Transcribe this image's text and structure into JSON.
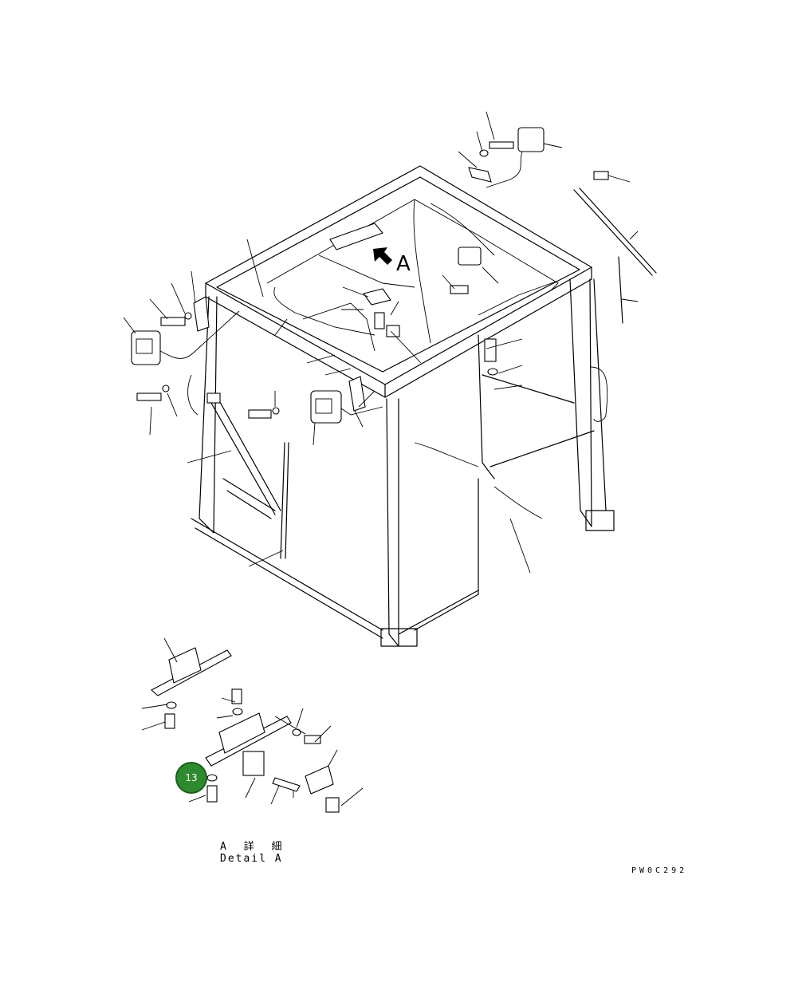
{
  "diagram": {
    "detail_marker": "A",
    "detail_caption_jp": "A 詳 細",
    "detail_caption_en": "Detail A",
    "figure_code": "PW0C292",
    "callout": {
      "number": "13",
      "color": "#2e8a2e"
    }
  }
}
